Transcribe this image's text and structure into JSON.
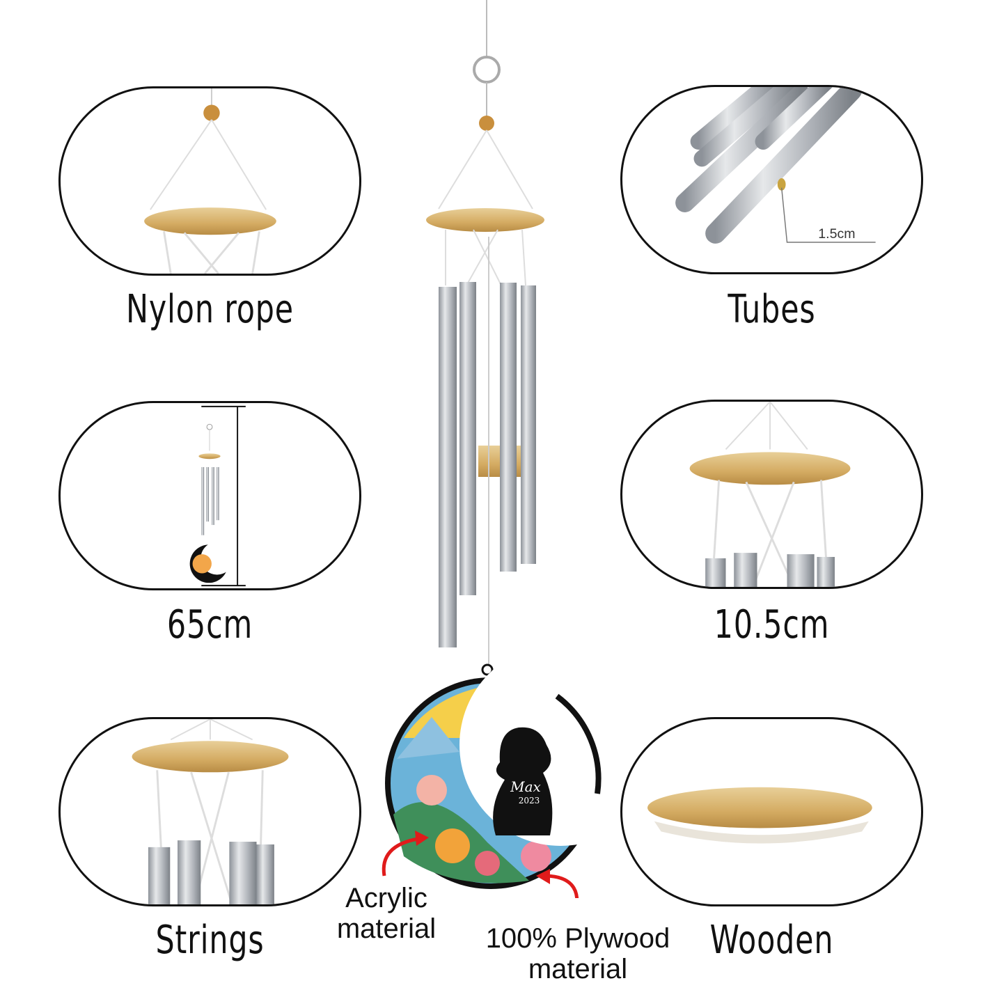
{
  "features": [
    {
      "label": "Nylon rope"
    },
    {
      "label": "Tubes",
      "dimension": "1.5cm"
    },
    {
      "label": "65cm"
    },
    {
      "label": "10.5cm"
    },
    {
      "label": "Strings"
    },
    {
      "label": "Wooden"
    }
  ],
  "materials": {
    "acrylic": "Acrylic material",
    "plywood": "100% Plywood material"
  },
  "pendant": {
    "name": "Max",
    "year": "2023"
  },
  "colors": {
    "wood": "#d9b46e",
    "metal": "#b8bcc2",
    "outline": "#111111",
    "arrow": "#e01b1b"
  }
}
